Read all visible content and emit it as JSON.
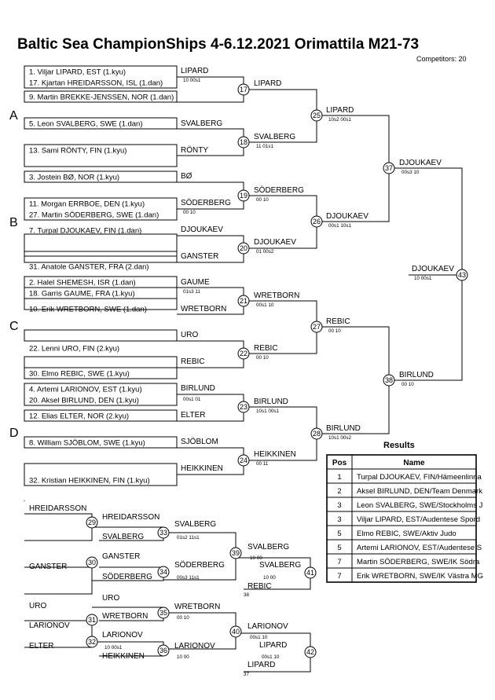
{
  "header": {
    "title": "Baltic Sea ChampionShips  4-6.12.2021  Orimattila   M21-73",
    "competitors": "Competitors: 20"
  },
  "pools": [
    "A",
    "B",
    "C",
    "D"
  ],
  "players": [
    "1. Viljar LIPARD, EST (1.kyu)",
    "17. Kjartan HREIDARSSON, ISL (1.dan)",
    "9. Martin BREKKE-JENSSEN, NOR (1.dan)",
    "5. Leon SVALBERG, SWE (1.dan)",
    "13. Sami RÖNTY, FIN (1.kyu)",
    "3. Jostein BØ, NOR (1.kyu)",
    "11. Morgan ERRBOE, DEN (1.kyu)",
    "27. Martin SÖDERBERG, SWE (1.dan)",
    "7. Turpal DJOUKAEV, FIN (1.dan)",
    "31. Anatole GANSTER, FRA (2.dan)",
    "2. Halel SHEMESH, ISR (1.dan)",
    "18. Garris GAUME, FRA (1.kyu)",
    "10. Erik WRETBORN, SWE (1.dan)",
    "22. Lenni URO, FIN (2.kyu)",
    "30. Elmo REBIC, SWE (1.kyu)",
    "4. Artemi LARIONOV, EST (1.kyu)",
    "20. Aksel BIRLUND, DEN (1.kyu)",
    "12. Elias ELTER, NOR (2.kyu)",
    "8. William SJÖBLOM, SWE (1.kyu)",
    "32. Kristian HEIKKINEN, FIN (1.kyu)"
  ],
  "main_labels": [
    {
      "text": "LIPARD"
    },
    {
      "text": "10  00s1"
    },
    {
      "text": "SVALBERG"
    },
    {
      "text": "RÖNTY"
    },
    {
      "text": "BØ"
    },
    {
      "text": "SÖDERBERG"
    },
    {
      "text": "00  10"
    },
    {
      "text": "DJOUKAEV"
    },
    {
      "text": "GANSTER"
    },
    {
      "text": "GAUME"
    },
    {
      "text": "01s3  11"
    },
    {
      "text": "WRETBORN"
    },
    {
      "text": "URO"
    },
    {
      "text": "REBIC"
    },
    {
      "text": "BIRLUND"
    },
    {
      "text": "00s1  01"
    },
    {
      "text": "ELTER"
    },
    {
      "text": "SJÖBLOM"
    },
    {
      "text": "HEIKKINEN"
    },
    {
      "text": "LIPARD"
    },
    {
      "text": "SVALBERG"
    },
    {
      "text": "11  01s1"
    },
    {
      "text": "SÖDERBERG"
    },
    {
      "text": "00  10"
    },
    {
      "text": "DJOUKAEV"
    },
    {
      "text": "01  00s2"
    },
    {
      "text": "WRETBORN"
    },
    {
      "text": "00s1  10"
    },
    {
      "text": "REBIC"
    },
    {
      "text": "00  10"
    },
    {
      "text": "BIRLUND"
    },
    {
      "text": "10s1  00s1"
    },
    {
      "text": "HEIKKINEN"
    },
    {
      "text": "00  11"
    },
    {
      "text": "LIPARD"
    },
    {
      "text": "10s2  00s1"
    },
    {
      "text": "DJOUKAEV"
    },
    {
      "text": "00s1  10s1"
    },
    {
      "text": "REBIC"
    },
    {
      "text": "00  10"
    },
    {
      "text": "BIRLUND"
    },
    {
      "text": "10s1  00s2"
    },
    {
      "text": "DJOUKAEV"
    },
    {
      "text": "00s3  10"
    },
    {
      "text": "BIRLUND"
    },
    {
      "text": "00  10"
    },
    {
      "text": "DJOUKAEV"
    },
    {
      "text": "10  00s1"
    }
  ],
  "match_numbers": [
    "17",
    "18",
    "19",
    "20",
    "21",
    "22",
    "23",
    "24",
    "25",
    "26",
    "27",
    "28",
    "37",
    "38",
    "43",
    "29",
    "30",
    "31",
    "32",
    "33",
    "34",
    "35",
    "36",
    "39",
    "40",
    "41",
    "42"
  ],
  "repechage_labels": [
    {
      "text": "HREIDARSSON"
    },
    {
      "text": "HREIDARSSON"
    },
    {
      "text": "SVALBERG"
    },
    {
      "text": "GANSTER"
    },
    {
      "text": "GANSTER"
    },
    {
      "text": "SÖDERBERG"
    },
    {
      "text": "URO"
    },
    {
      "text": "URO"
    },
    {
      "text": "WRETBORN"
    },
    {
      "text": "LARIONOV"
    },
    {
      "text": "LARIONOV"
    },
    {
      "text": "ELTER"
    },
    {
      "text": "HEIKKINEN"
    },
    {
      "text": "10  00s1"
    },
    {
      "text": "SVALBERG"
    },
    {
      "text": "01s2  11s1"
    },
    {
      "text": "SÖDERBERG"
    },
    {
      "text": "00s3  11s1"
    },
    {
      "text": "WRETBORN"
    },
    {
      "text": "00  10"
    },
    {
      "text": "LARIONOV"
    },
    {
      "text": "10  00"
    },
    {
      "text": "SVALBERG"
    },
    {
      "text": "10  00"
    },
    {
      "text": "REBIC"
    },
    {
      "text": "38"
    },
    {
      "text": "LARIONOV"
    },
    {
      "text": "00s1  10"
    },
    {
      "text": "LIPARD"
    },
    {
      "text": "37"
    },
    {
      "text": "SVALBERG"
    },
    {
      "text": "10  00"
    },
    {
      "text": "LIPARD"
    },
    {
      "text": "00s1  10"
    }
  ],
  "results": {
    "title": "Results",
    "columns": [
      "Pos",
      "Name"
    ],
    "rows": [
      {
        "pos": "1",
        "name": "Turpal DJOUKAEV, FIN/Hämeenlinna"
      },
      {
        "pos": "2",
        "name": "Aksel BIRLUND, DEN/Team Denmark"
      },
      {
        "pos": "3",
        "name": "Leon SVALBERG, SWE/Stockholms J"
      },
      {
        "pos": "3",
        "name": "Viljar LIPARD, EST/Audentese Spord"
      },
      {
        "pos": "5",
        "name": "Elmo REBIC, SWE/Aktiv Judo"
      },
      {
        "pos": "5",
        "name": "Artemi LARIONOV, EST/Audentese S"
      },
      {
        "pos": "7",
        "name": "Martin SÖDERBERG, SWE/IK Södra"
      },
      {
        "pos": "7",
        "name": "Erik WRETBORN, SWE/IK Västra MG"
      }
    ]
  }
}
